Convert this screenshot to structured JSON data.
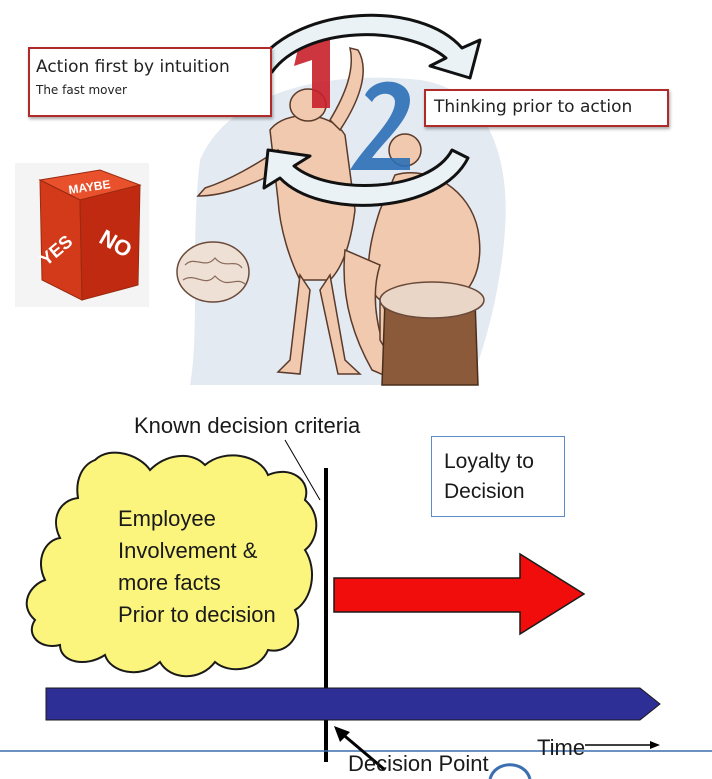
{
  "illustration": {
    "action_box": {
      "title": "Action first by intuition",
      "subtitle": "The fast mover"
    },
    "thinking_box": {
      "label": "Thinking prior to action"
    },
    "dice": {
      "top_face": "MAYBE",
      "left_face": "YES",
      "right_face": "NO",
      "color": "#d23a1a"
    },
    "number_one": "1",
    "number_two": "2"
  },
  "timeline": {
    "criteria_label": "Known decision criteria",
    "loyalty_label_line1": "Loyalty to",
    "loyalty_label_line2": "Decision",
    "cloud_lines": [
      "Employee",
      "Involvement &",
      "more facts",
      "Prior to decision"
    ],
    "decision_point_label": "Decision Point",
    "time_label": "Time",
    "colors": {
      "cloud": "#fbf57e",
      "red_arrow": "#f20d0d",
      "blue_bar": "#2e2e97",
      "box_border": "#b02a2a"
    }
  }
}
